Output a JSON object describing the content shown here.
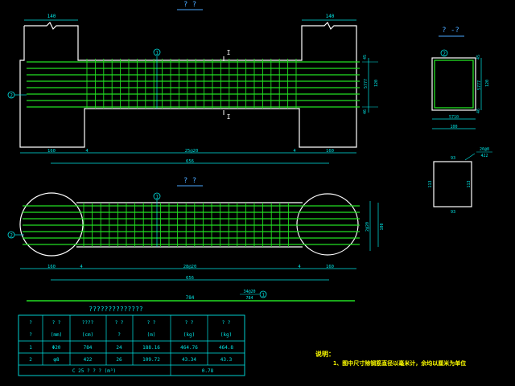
{
  "colors": {
    "background": "#000000",
    "outline": "#ffffff",
    "rebar": "#22e022",
    "dimension": "#00e5e5",
    "title": "#4aa8ff",
    "note": "#ffff00"
  },
  "views": {
    "elevation_title": "? ?",
    "section_title": "? -?",
    "plan_title": "? ?"
  },
  "elevation": {
    "top_dims": [
      "140",
      "140"
    ],
    "bottom_dims": [
      "160",
      "4",
      "25@20",
      "4",
      "160"
    ],
    "total_dim": "656",
    "right_dims": [
      "45",
      "5777",
      "120",
      "46"
    ],
    "section_marks": [
      "I",
      "I"
    ],
    "callouts": [
      "1",
      "2"
    ]
  },
  "section": {
    "dims": [
      "5710",
      "100"
    ],
    "right_dims": [
      "45",
      "5777",
      "120",
      "46"
    ],
    "callouts": [
      "2"
    ]
  },
  "stirrup": {
    "top": "93",
    "left": "113",
    "right": "113",
    "bottom": "93",
    "note_a": "26@8",
    "note_b": "422"
  },
  "plan": {
    "bottom_dims": [
      "160",
      "4",
      "28@20",
      "4",
      "160"
    ],
    "total_dim": "656",
    "right_dims": [
      "2@20",
      "100"
    ],
    "callouts": [
      "1",
      "2"
    ]
  },
  "bar1": {
    "length_label": "784",
    "spec_top": "34@20",
    "spec_bottom": "784",
    "callout": "1"
  },
  "table": {
    "title": "??????????????",
    "headers_row1": [
      "?",
      "? ?",
      "????",
      "? ?",
      "? ?",
      "? ?",
      "? ?"
    ],
    "headers_row2": [
      "?",
      "(mm)",
      "(cm)",
      "?",
      "(m)",
      "(kg)",
      "(kg)"
    ],
    "rows": [
      [
        "1",
        "Φ20",
        "784",
        "24",
        "188.16",
        "464.76",
        "464.8"
      ],
      [
        "2",
        "φ8",
        "422",
        "26",
        "109.72",
        "43.34",
        "43.3"
      ]
    ],
    "footer_label": "C 25 ? ? ? (m³)",
    "footer_value": "0.78"
  },
  "notes": {
    "heading": "说明：",
    "line1": "1、图中尺寸除钢筋直径以毫米计，余均以厘米为单位"
  }
}
